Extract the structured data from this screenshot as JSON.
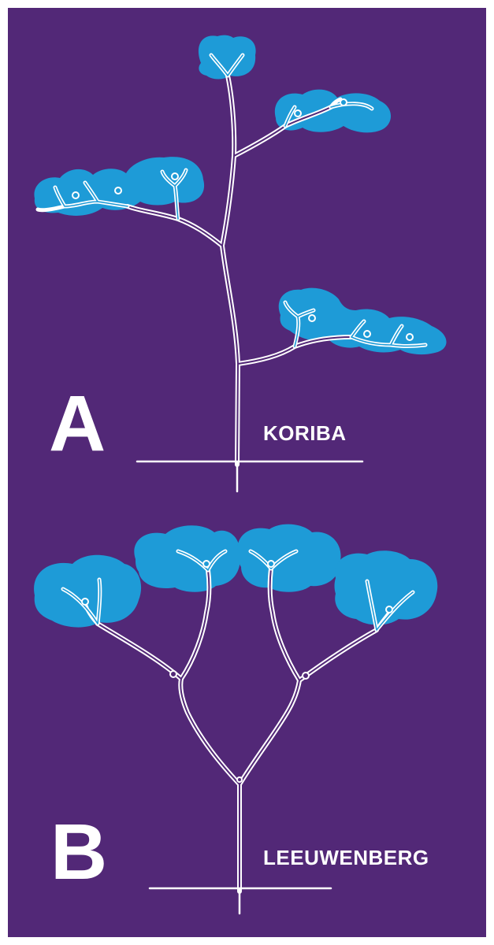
{
  "panels": [
    {
      "letter": "A",
      "model": "KORIBA"
    },
    {
      "letter": "B",
      "model": "LEEUWENBERG"
    }
  ],
  "colors": {
    "background": "#522877",
    "foliage": "#1e9bd7",
    "branches": "#ffffff",
    "text": "#ffffff"
  }
}
